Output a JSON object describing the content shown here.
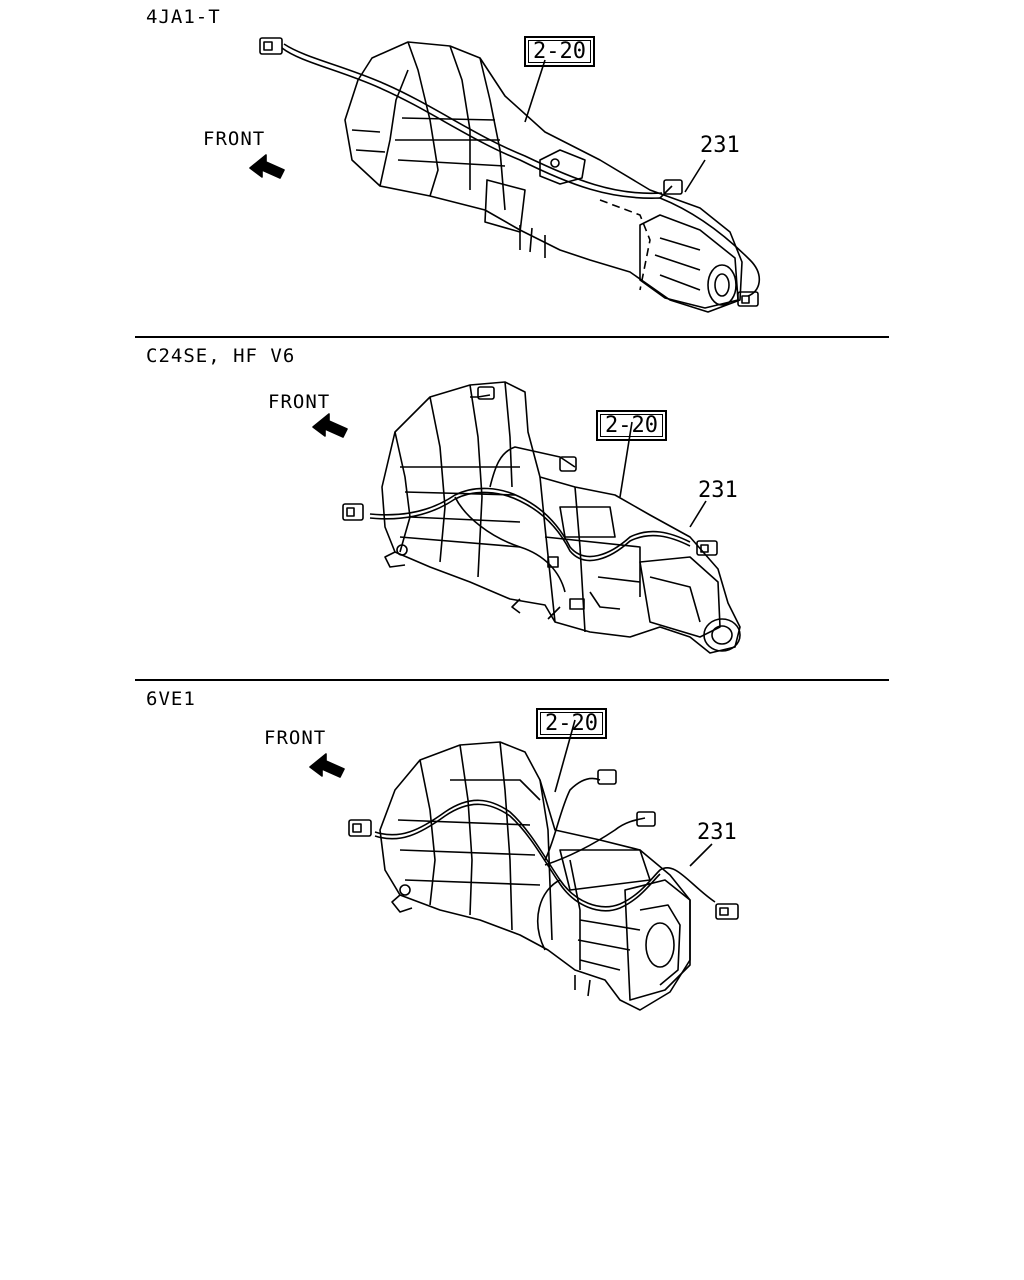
{
  "panels": [
    {
      "engine": "4JA1-T",
      "front": "FRONT",
      "reference": "2-20",
      "part_number": "231"
    },
    {
      "engine": "C24SE, HF  V6",
      "front": "FRONT",
      "reference": "2-20",
      "part_number": "231"
    },
    {
      "engine": "6VE1",
      "front": "FRONT",
      "reference": "2-20",
      "part_number": "231"
    }
  ]
}
